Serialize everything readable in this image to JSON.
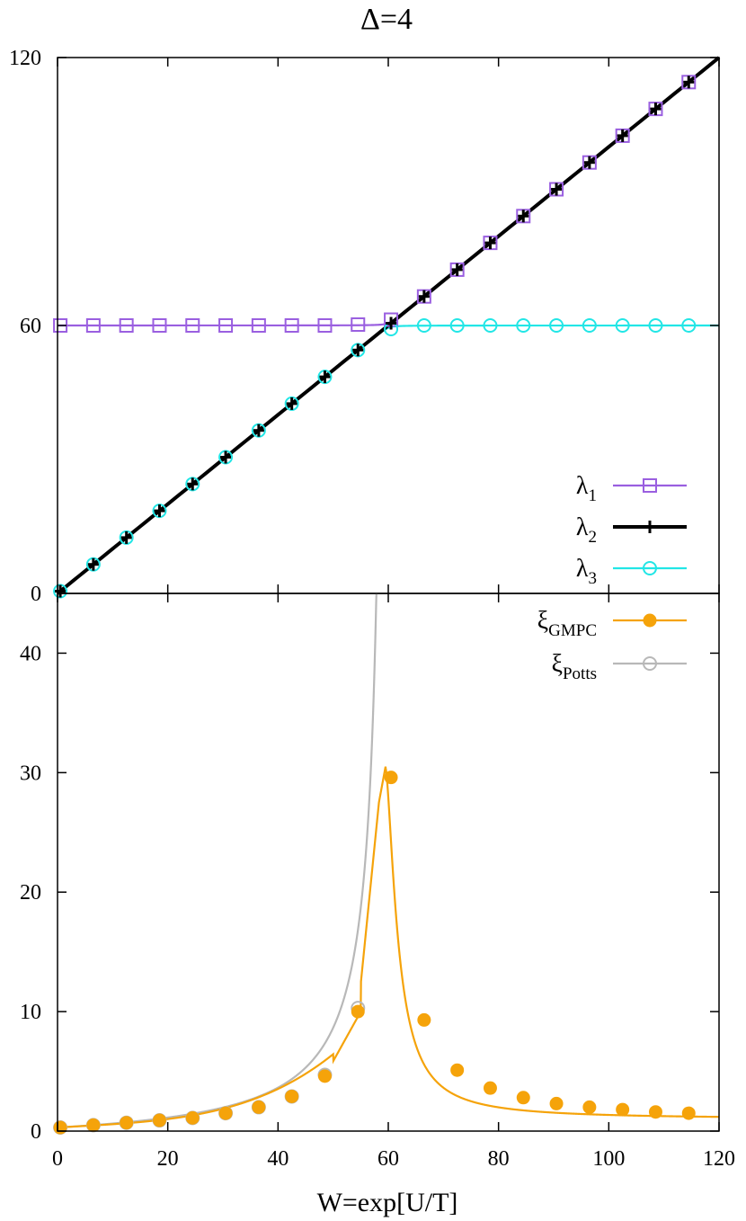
{
  "chart_data": [
    {
      "type": "line",
      "title": "Δ=4",
      "xlabel": "",
      "ylabel": "",
      "xlim": [
        0,
        120
      ],
      "ylim": [
        0,
        120
      ],
      "yticks": [
        "0",
        "60",
        "120"
      ],
      "grid": false,
      "legend_position": "bottom-right",
      "series": [
        {
          "name": "λ",
          "name_sub": "1",
          "color": "#9a5fe0",
          "marker": "open-square",
          "x": [
            0.5,
            6.5,
            12.5,
            18.5,
            24.5,
            30.5,
            36.5,
            42.5,
            48.5,
            54.5,
            60.5,
            66.5,
            72.5,
            78.5,
            84.5,
            90.5,
            96.5,
            102.5,
            108.5,
            114.5
          ],
          "y": [
            60,
            60,
            60,
            60,
            60,
            60,
            60,
            60,
            60,
            60.2,
            61.3,
            66.5,
            72.5,
            78.5,
            84.5,
            90.5,
            96.5,
            102.5,
            108.5,
            114.5
          ]
        },
        {
          "name": "λ",
          "name_sub": "2",
          "color": "#000000",
          "marker": "plus",
          "x": [
            0.5,
            6.5,
            12.5,
            18.5,
            24.5,
            30.5,
            36.5,
            42.5,
            48.5,
            54.5,
            60.5,
            66.5,
            72.5,
            78.5,
            84.5,
            90.5,
            96.5,
            102.5,
            108.5,
            114.5
          ],
          "y": [
            0.5,
            6.5,
            12.5,
            18.5,
            24.5,
            30.5,
            36.5,
            42.5,
            48.5,
            54.5,
            60.5,
            66.5,
            72.5,
            78.5,
            84.5,
            90.5,
            96.5,
            102.5,
            108.5,
            114.5
          ]
        },
        {
          "name": "λ",
          "name_sub": "3",
          "color": "#22e6e6",
          "marker": "open-circle",
          "x": [
            0.5,
            6.5,
            12.5,
            18.5,
            24.5,
            30.5,
            36.5,
            42.5,
            48.5,
            54.5,
            60.5,
            66.5,
            72.5,
            78.5,
            84.5,
            90.5,
            96.5,
            102.5,
            108.5,
            114.5
          ],
          "y": [
            0.5,
            6.5,
            12.5,
            18.5,
            24.5,
            30.5,
            36.5,
            42.5,
            48.5,
            54.5,
            59.2,
            60,
            60,
            60,
            60,
            60,
            60,
            60,
            60,
            60
          ]
        }
      ]
    },
    {
      "type": "line",
      "title": "",
      "xlabel": "W=exp[U/T]",
      "ylabel": "",
      "xlim": [
        0,
        120
      ],
      "ylim": [
        0,
        45
      ],
      "xticks": [
        "0",
        "20",
        "40",
        "60",
        "80",
        "100",
        "120"
      ],
      "yticks": [
        "0",
        "10",
        "20",
        "30",
        "40"
      ],
      "grid": false,
      "legend_position": "top-right",
      "series": [
        {
          "name": "ξ",
          "name_sub": "GMPC",
          "color": "#f5a30a",
          "marker": "filled-circle",
          "x": [
            0.5,
            6.5,
            12.5,
            18.5,
            24.5,
            30.5,
            36.5,
            42.5,
            48.5,
            54.5,
            60.5,
            66.5,
            72.5,
            78.5,
            84.5,
            90.5,
            96.5,
            102.5,
            108.5,
            114.5
          ],
          "y": [
            0.3,
            0.5,
            0.7,
            0.9,
            1.1,
            1.5,
            2.0,
            2.9,
            4.6,
            10.0,
            29.6,
            9.3,
            5.1,
            3.6,
            2.8,
            2.3,
            2.0,
            1.8,
            1.6,
            1.5
          ]
        },
        {
          "name": "ξ",
          "name_sub": "Potts",
          "color": "#b8b8b8",
          "marker": "open-circle",
          "x": [
            0.5,
            6.5,
            12.5,
            18.5,
            24.5,
            30.5,
            36.5,
            42.5,
            48.5,
            54.5
          ],
          "y": [
            0.3,
            0.5,
            0.7,
            0.9,
            1.1,
            1.5,
            2.0,
            2.9,
            4.7,
            10.3
          ]
        }
      ]
    }
  ]
}
